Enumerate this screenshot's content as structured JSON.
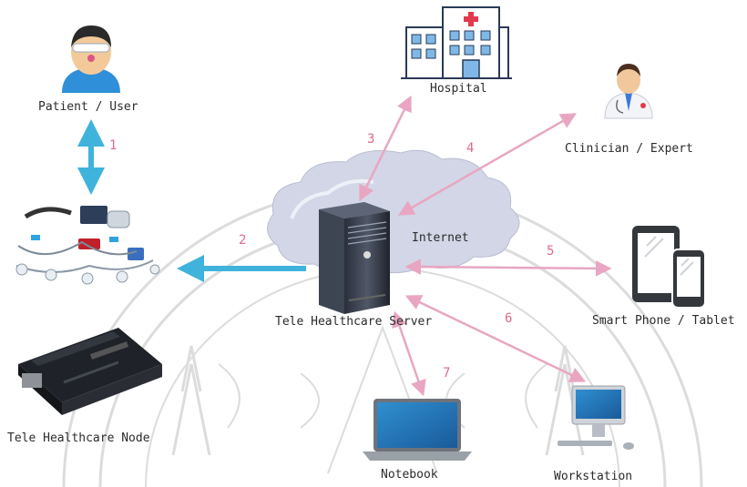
{
  "colors": {
    "accent_cyan": "#3fb3dc",
    "link_pink": "#e9a6c2",
    "number_pink": "#e06a8a",
    "cloud": "#c9cce0",
    "watermark": "#d8d8d8"
  },
  "nodes": {
    "patient": {
      "label": "Patient / User",
      "icon": "patient-icon"
    },
    "sensors": {
      "label": "",
      "icon": "sensor-kit-icon"
    },
    "node": {
      "label": "Tele Healthcare Node",
      "icon": "circuit-board-icon"
    },
    "server": {
      "label": "Tele Healthcare Server",
      "icon": "server-tower-icon"
    },
    "internet": {
      "label": "Internet",
      "icon": "cloud-icon"
    },
    "hospital": {
      "label": "Hospital",
      "icon": "hospital-icon"
    },
    "clinician": {
      "label": "Clinician / Expert",
      "icon": "doctor-icon"
    },
    "phone": {
      "label": "Smart Phone / Tablet",
      "icon": "phone-tablet-icon"
    },
    "workstation": {
      "label": "Workstation",
      "icon": "desktop-monitor-icon"
    },
    "notebook": {
      "label": "Notebook",
      "icon": "laptop-icon"
    }
  },
  "links": {
    "l1": "1",
    "l2": "2",
    "l3": "3",
    "l4": "4",
    "l5": "5",
    "l6": "6",
    "l7": "7"
  },
  "watermark": {
    "icon": "university-seal-watermark"
  }
}
